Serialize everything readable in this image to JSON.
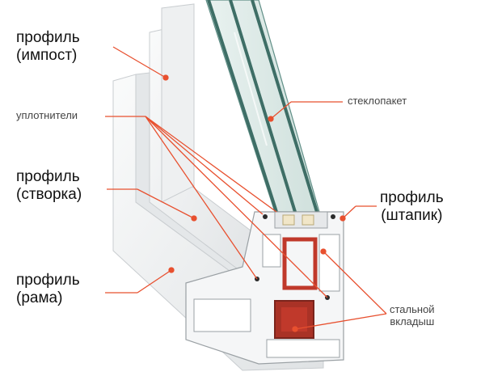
{
  "labels": {
    "impost": {
      "line1": "профиль",
      "line2": "(импост)"
    },
    "seals": "уплотнители",
    "sash": {
      "line1": "профиль",
      "line2": "(створка)"
    },
    "frame": {
      "line1": "профиль",
      "line2": "(рама)"
    },
    "glass_unit": "стеклопакет",
    "bead": {
      "line1": "профиль",
      "line2": "(штапик)"
    },
    "steel_insert": {
      "line1": "стальной",
      "line2": "вкладыш"
    }
  },
  "colors": {
    "leader_line": "#e8502f",
    "pvc": "#f2f3f4",
    "pvc_shadow": "#c9cdd0",
    "glass": "#5f8e86",
    "steel": "#c0392b",
    "gasket": "#2b2b2b"
  }
}
